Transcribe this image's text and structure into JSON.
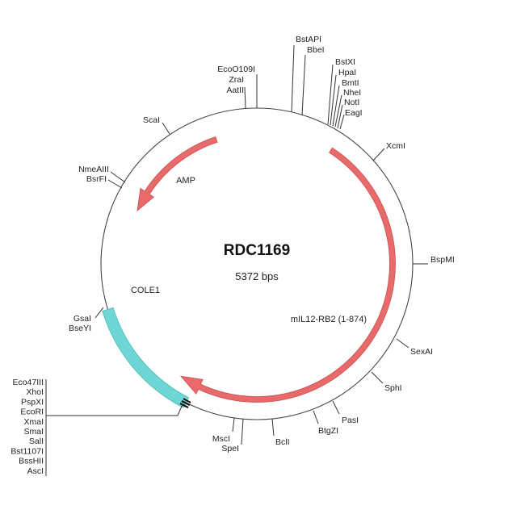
{
  "plasmid": {
    "name": "RDC1169",
    "size_label": "5372 bps"
  },
  "colors": {
    "backbone": "#444444",
    "orf": "#e86a6a",
    "orf_stroke": "#c94f4f",
    "origin": "#6fd6d6",
    "origin_stroke": "#4cb8b8"
  },
  "features": [
    {
      "name": "mIL12-RB2 (1-874)",
      "type": "orf",
      "direction": "clockwise"
    },
    {
      "name": "AMP",
      "type": "orf",
      "direction": "counterclockwise"
    },
    {
      "name": "COLE1",
      "type": "origin"
    }
  ],
  "sites": [
    {
      "group": "top-left",
      "labels": [
        "EcoO109I",
        "ZraI",
        "AatII"
      ]
    },
    {
      "group": "top-1",
      "labels": [
        "BstAPI"
      ]
    },
    {
      "group": "top-2",
      "labels": [
        "BbeI"
      ]
    },
    {
      "group": "top-right",
      "labels": [
        "BstXI",
        "HpaI",
        "BmtI",
        "NheI",
        "NotI",
        "EagI"
      ]
    },
    {
      "group": "right-1",
      "labels": [
        "XcmI"
      ]
    },
    {
      "group": "right-2",
      "labels": [
        "BspMI"
      ]
    },
    {
      "group": "right-3",
      "labels": [
        "SexAI"
      ]
    },
    {
      "group": "right-4",
      "labels": [
        "SphI"
      ]
    },
    {
      "group": "bottom-1",
      "labels": [
        "PasI"
      ]
    },
    {
      "group": "bottom-2",
      "labels": [
        "BtgZI"
      ]
    },
    {
      "group": "bottom-3",
      "labels": [
        "BclI"
      ]
    },
    {
      "group": "bottom-4",
      "labels": [
        "MscI",
        "SpeI"
      ]
    },
    {
      "group": "mcs",
      "labels": [
        "Eco47III",
        "XhoI",
        "PspXI",
        "EcoRI",
        "XmaI",
        "SmaI",
        "SalI",
        "Bst1107I",
        "BssHII",
        "AscI"
      ]
    },
    {
      "group": "left-1",
      "labels": [
        "GsaI",
        "BseYI"
      ]
    },
    {
      "group": "left-2",
      "labels": [
        "NmeAIII",
        "BsrFI"
      ]
    },
    {
      "group": "left-3",
      "labels": [
        "ScaI"
      ]
    }
  ]
}
